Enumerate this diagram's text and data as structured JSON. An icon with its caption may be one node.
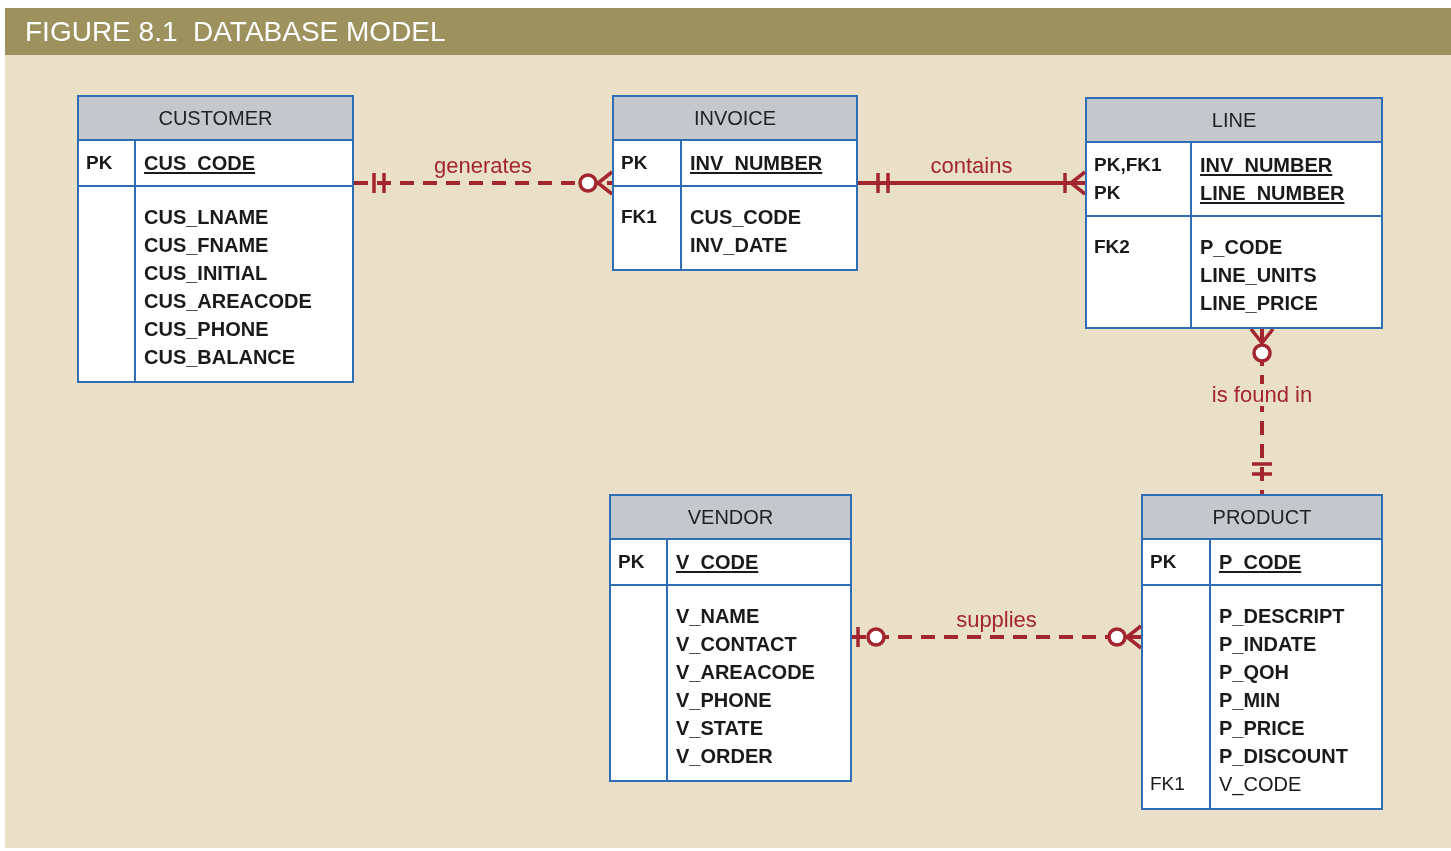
{
  "diagram": {
    "title": "FIGURE 8.1  DATABASE MODEL",
    "nodes": [
      {
        "text": [
          "CUSTOMER",
          "PK",
          "CUS_CODE",
          "CUS_LNAME",
          "CUS_FNAME",
          "CUS_INITIAL",
          "CUS_AREACODE",
          "CUS_PHONE",
          "CUS_BALANCE"
        ]
      },
      {
        "text": [
          "INVOICE",
          "PK",
          "INV_NUMBER",
          "FK1",
          "CUS_CODE",
          "INV_DATE"
        ]
      },
      {
        "text": [
          "LINE",
          "PK,FK1",
          "INV_NUMBER",
          "PK",
          "LINE_NUMBER",
          "FK2",
          "P_CODE",
          "LINE_UNITS",
          "LINE_PRICE"
        ]
      },
      {
        "text": [
          "VENDOR",
          "PK",
          "V_CODE",
          "V_NAME",
          "V_CONTACT",
          "V_AREACODE",
          "V_PHONE",
          "V_STATE",
          "V_ORDER"
        ]
      },
      {
        "text": [
          "PRODUCT",
          "PK",
          "P_CODE",
          "P_DESCRIPT",
          "P_INDATE",
          "P_QOH",
          "P_MIN",
          "P_PRICE",
          "P_DISCOUNT",
          "FK1",
          "V_CODE"
        ]
      }
    ],
    "edges": [
      {
        "from": 0,
        "to": 1,
        "arrow": "other",
        "label": "generates",
        "style": "dashed"
      },
      {
        "from": 1,
        "to": 2,
        "arrow": "other",
        "label": "contains"
      },
      {
        "from": 2,
        "to": 4,
        "arrow": "other",
        "label": "is found in",
        "style": "dashed"
      },
      {
        "from": 3,
        "to": 4,
        "arrow": "other",
        "label": "supplies",
        "style": "dashed"
      }
    ]
  }
}
